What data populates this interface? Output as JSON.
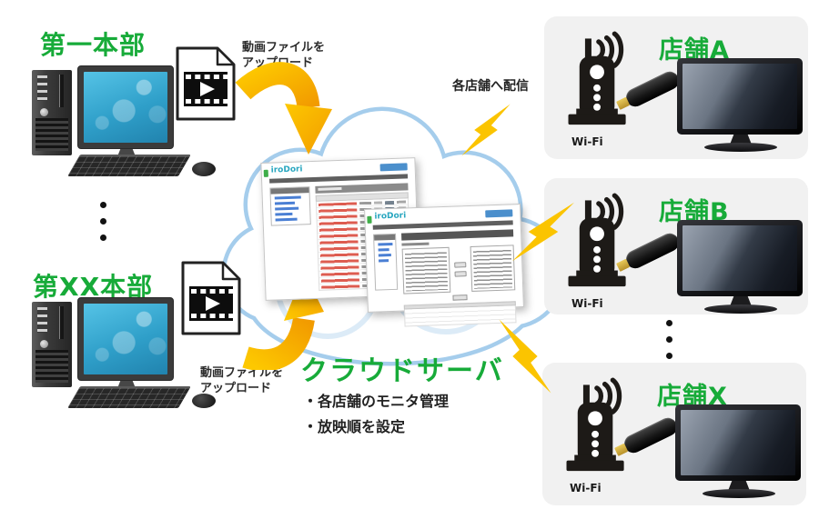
{
  "headquarters": [
    {
      "label": "第一本部"
    },
    {
      "label": "第XX本部"
    }
  ],
  "upload_note": {
    "line1": "動画ファイルを",
    "line2": "アップロード"
  },
  "distribute_note": "各店舗へ配信",
  "cloud": {
    "title": "クラウドサーバ",
    "bullets": [
      {
        "text": "・各店舗のモニタ管理"
      },
      {
        "text": "・放映順を設定"
      }
    ],
    "screenshots": [
      {
        "logo": "iroDori"
      },
      {
        "logo": "iroDori"
      }
    ]
  },
  "stores": [
    {
      "label": "店舗A",
      "wifi_label": "Wi-Fi"
    },
    {
      "label": "店舗B",
      "wifi_label": "Wi-Fi"
    },
    {
      "label": "店舗X",
      "wifi_label": "Wi-Fi"
    }
  ],
  "colors": {
    "accent_green": "#17ab39",
    "arrow_orange": "#f6a500",
    "arrow_yellow": "#fdc800",
    "bolt_yellow": "#fbc400",
    "cloud_stroke": "#a5cdec",
    "panel_gray": "#f1f1f1"
  }
}
